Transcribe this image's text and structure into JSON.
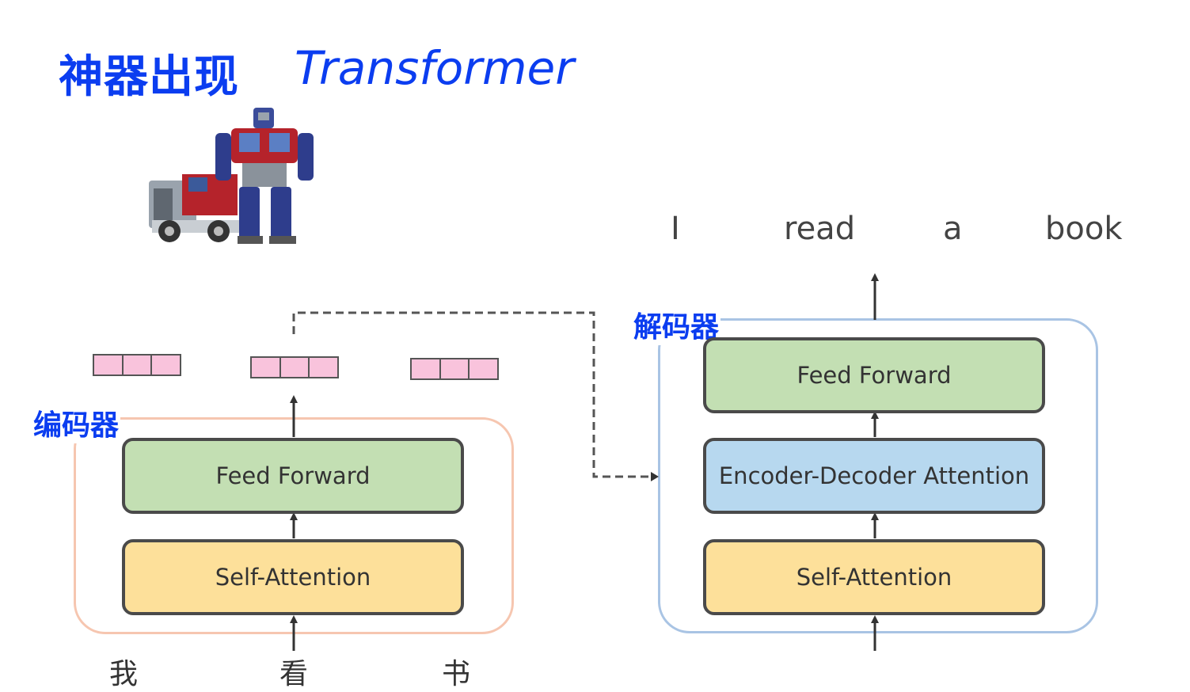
{
  "title": {
    "cn": "神器出现",
    "en": "Transformer"
  },
  "output_words": [
    "I",
    "read",
    "a",
    "book"
  ],
  "input_words": [
    "我",
    "看",
    "书"
  ],
  "encoder": {
    "label": "编码器",
    "feed_forward": "Feed Forward",
    "self_attention": "Self-Attention"
  },
  "decoder": {
    "label": "解码器",
    "feed_forward": "Feed Forward",
    "enc_dec_attention": "Encoder-Decoder Attention",
    "self_attention": "Self-Attention"
  },
  "colors": {
    "title": "#0b3df0",
    "feed_forward": "#c3dfb3",
    "self_attention": "#fde09a",
    "enc_dec_attention": "#b7d8ef",
    "vector_cell": "#f9c3dc",
    "encoder_border": "#f6c6b0",
    "decoder_border": "#a9c4e4"
  },
  "image": {
    "icon": "transformer-robot-icon"
  }
}
